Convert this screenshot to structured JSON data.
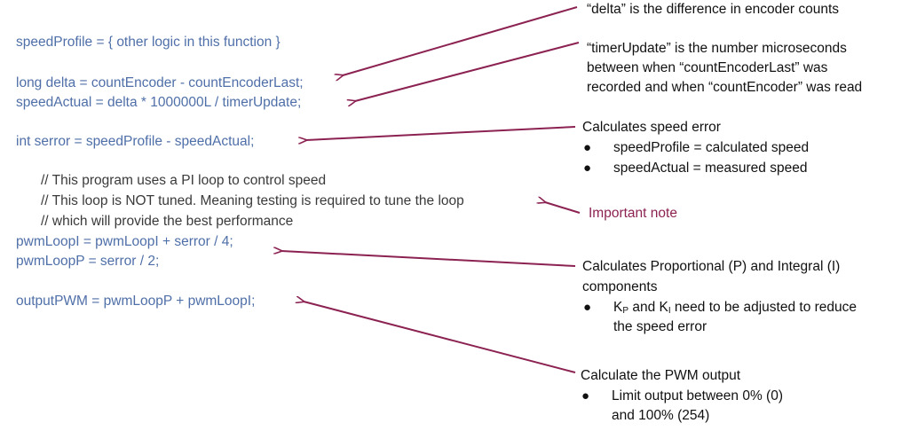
{
  "code": {
    "line1": "speedProfile = { other logic in this function }",
    "line2": "long delta = countEncoder - countEncoderLast;",
    "line3": "speedActual = delta * 1000000L / timerUpdate;",
    "line4": "int serror = speedProfile - speedActual;",
    "comment1": "// This program uses a PI loop to control speed",
    "comment2": "// This loop is NOT tuned.  Meaning testing is required to tune the loop",
    "comment3": "// which will provide the best performance",
    "line5": "pwmLoopI = pwmLoopI + serror / 4;",
    "line6": "pwmLoopP = serror / 2;",
    "line7": "outputPWM = pwmLoopP + pwmLoopI;"
  },
  "notes": {
    "delta": "“delta” is the difference in encoder counts",
    "timer1": "“timerUpdate” is the number microseconds",
    "timer2": "between when “countEncoderLast” was",
    "timer3": "recorded and when “countEncoder” was read",
    "error_title": "Calculates speed error",
    "error_b1": "speedProfile = calculated speed",
    "error_b2": "speedActual = measured speed",
    "important": "Important note",
    "pi_title1": "Calculates Proportional (P) and Integral (I)",
    "pi_title2": "components",
    "pi_b1_k": "K",
    "pi_b1_p": "P",
    "pi_b1_and": " and K",
    "pi_b1_i": "I",
    "pi_b1_rest": " need to be adjusted to reduce",
    "pi_b1_line2": "the speed error",
    "pwm_title": "Calculate the PWM output",
    "pwm_b1": "Limit output between 0% (0)",
    "pwm_b1_line2": "and 100% (254)"
  },
  "colors": {
    "code": "#4f6fa8",
    "arrow": "#8b2252",
    "important": "#8b2252"
  }
}
